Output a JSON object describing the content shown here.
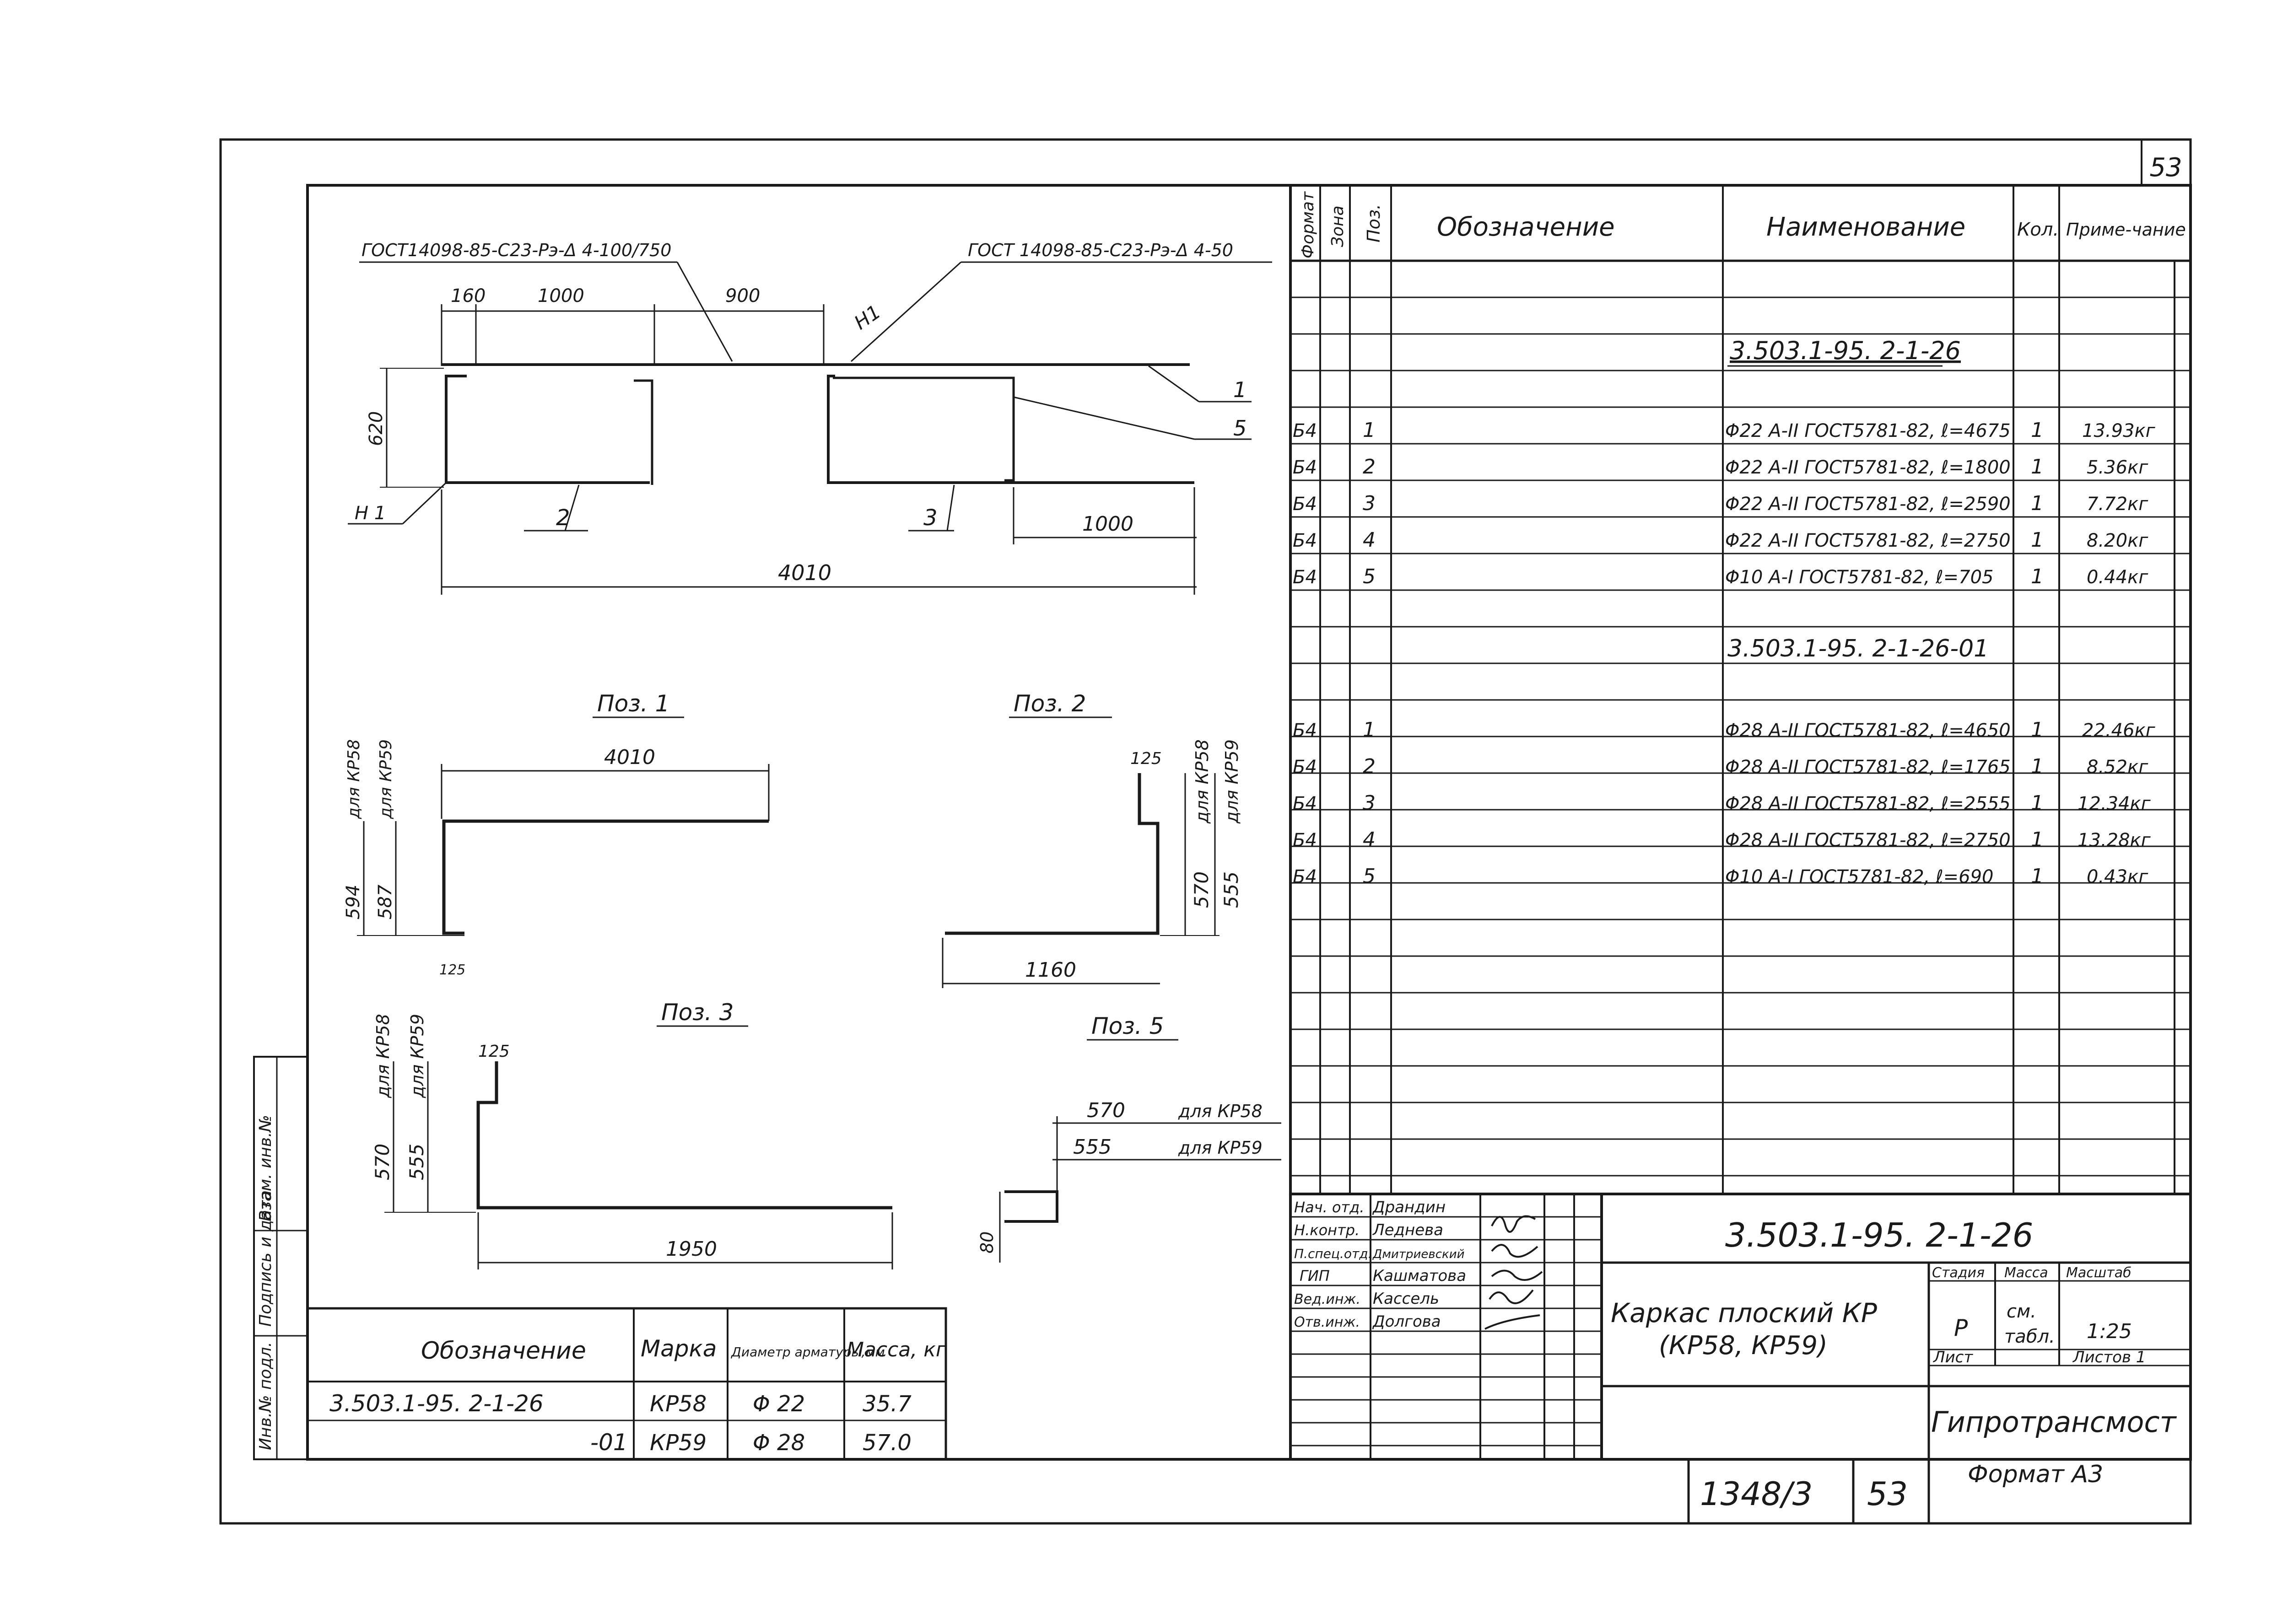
{
  "sheet": {
    "page_number": "53",
    "format_label": "Формат  А3",
    "archive_number": "1348/3",
    "archive_sheet": "53"
  },
  "side_stamp": [
    "Инв.№ подл.",
    "Подпись и дата",
    "Взам. инв.№"
  ],
  "drawing": {
    "callout_left": "ГОСТ14098-85-С23-Рэ-Δ 4-100/750",
    "callout_right": "ГОСТ 14098-85-С23-Рэ-Δ 4-50",
    "main_dims": {
      "d160": "160",
      "d1000": "1000",
      "d900": "900",
      "d620": "620",
      "d1000b": "1000",
      "d4010": "4010"
    },
    "weld_labels": {
      "n1_top": "Н1",
      "n1_left": "Н 1"
    },
    "position_callouts": {
      "p1": "1",
      "p5": "5",
      "p2": "2",
      "p3": "3"
    },
    "poz1": {
      "title": "Поз. 1",
      "len": "4010",
      "v594": "594",
      "v587": "587",
      "foot": "125",
      "kp58": "для КР58",
      "kp59": "для КР59"
    },
    "poz2": {
      "title": "Поз. 2",
      "top": "125",
      "v570": "570",
      "v555": "555",
      "len": "1160",
      "kp58": "для КР58",
      "kp59": "для КР59"
    },
    "poz3": {
      "title": "Поз. 3",
      "top": "125",
      "v570": "570",
      "v555": "555",
      "len": "1950",
      "kp58": "для КР58",
      "kp59": "для КР59"
    },
    "poz5": {
      "title": "Поз. 5",
      "l570": "570",
      "l555": "555",
      "h80": "80",
      "kp58": "для КР58",
      "kp59": "для КР59"
    }
  },
  "marks_table": {
    "headers": {
      "designation": "Обозначение",
      "mark": "Марка",
      "diameter": "Диаметр арматуры,мм",
      "mass": "Масса, кг"
    },
    "rows": [
      {
        "designation": "3.503.1-95. 2-1-26",
        "mark": "КР58",
        "diameter": "Φ 22",
        "mass": "35.7"
      },
      {
        "designation": "-01",
        "mark": "КР59",
        "diameter": "Φ 28",
        "mass": "57.0"
      }
    ]
  },
  "spec": {
    "headers": {
      "format": "Формат",
      "zone": "Зона",
      "pos": "Поз.",
      "designation": "Обозначение",
      "name": "Наименование",
      "qty": "Кол.",
      "note": "Приме-чание"
    },
    "group1": {
      "title": "3.503.1-95. 2-1-26",
      "rows": [
        {
          "format": "Б4",
          "pos": "1",
          "name": "Φ22 A-II ГОСТ5781-82, ℓ=4675",
          "qty": "1",
          "note": "13.93кг"
        },
        {
          "format": "Б4",
          "pos": "2",
          "name": "Φ22 A-II ГОСТ5781-82, ℓ=1800",
          "qty": "1",
          "note": "5.36кг"
        },
        {
          "format": "Б4",
          "pos": "3",
          "name": "Φ22 A-II ГОСТ5781-82, ℓ=2590",
          "qty": "1",
          "note": "7.72кг"
        },
        {
          "format": "Б4",
          "pos": "4",
          "name": "Φ22 A-II ГОСТ5781-82, ℓ=2750",
          "qty": "1",
          "note": "8.20кг"
        },
        {
          "format": "Б4",
          "pos": "5",
          "name": "Φ10 A-I ГОСТ5781-82, ℓ=705",
          "qty": "1",
          "note": "0.44кг"
        }
      ]
    },
    "group2": {
      "title": "3.503.1-95. 2-1-26-01",
      "rows": [
        {
          "format": "Б4",
          "pos": "1",
          "name": "Φ28 A-II ГОСТ5781-82, ℓ=4650",
          "qty": "1",
          "note": "22.46кг"
        },
        {
          "format": "Б4",
          "pos": "2",
          "name": "Φ28 A-II ГОСТ5781-82, ℓ=1765",
          "qty": "1",
          "note": "8.52кг"
        },
        {
          "format": "Б4",
          "pos": "3",
          "name": "Φ28 A-II ГОСТ5781-82, ℓ=2555",
          "qty": "1",
          "note": "12.34кг"
        },
        {
          "format": "Б4",
          "pos": "4",
          "name": "Φ28 A-II ГОСТ5781-82, ℓ=2750",
          "qty": "1",
          "note": "13.28кг"
        },
        {
          "format": "Б4",
          "pos": "5",
          "name": "Φ10 A-I ГОСТ5781-82, ℓ=690",
          "qty": "1",
          "note": "0.43кг"
        }
      ]
    }
  },
  "title_block": {
    "signatures": [
      {
        "role": "Нач. отд.",
        "name": "Драндин"
      },
      {
        "role": "Н.контр.",
        "name": "Леднева"
      },
      {
        "role": "П.спец.отд.",
        "name": "Дмитриевский"
      },
      {
        "role": "ГИП",
        "name": "Кашматова"
      },
      {
        "role": "Вед.инж.",
        "name": "Кассель"
      },
      {
        "role": "Отв.инж.",
        "name": "Долгова"
      }
    ],
    "doc_number": "3.503.1-95. 2-1-26",
    "title_line1": "Каркас плоский КР",
    "title_line2": "(КР58, КР59)",
    "stage_header": "Стадия",
    "mass_header": "Масса",
    "scale_header": "Масштаб",
    "stage": "Р",
    "mass_line1": "см.",
    "mass_line2": "табл.",
    "scale": "1:25",
    "sheet_label": "Лист",
    "sheets_label": "Листов 1",
    "org": "Гипротрансмост"
  }
}
